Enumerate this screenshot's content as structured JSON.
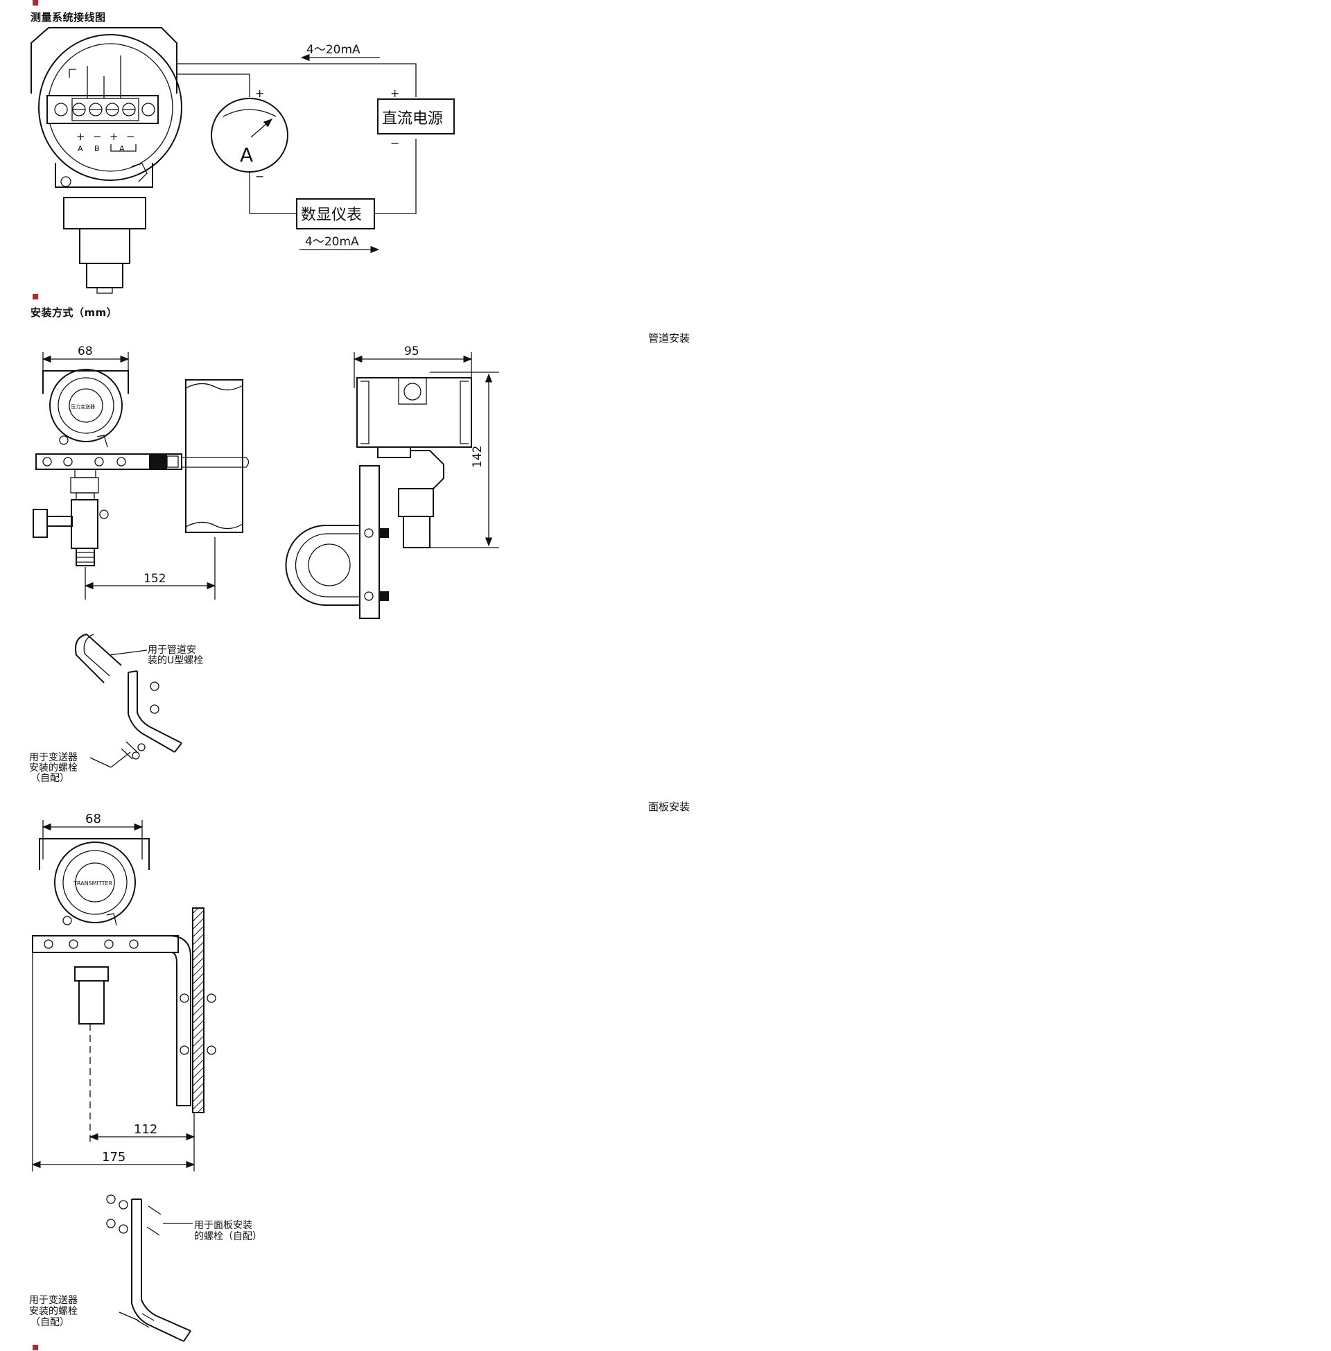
{
  "sections": {
    "wiring_title": "测量系统接线图",
    "install_title": "安装方式（mm）",
    "pipe_label": "管道安装",
    "panel_label": "面板安装"
  },
  "wiring": {
    "current_top": "4～20mA",
    "current_bottom": "4～20mA",
    "power_supply": "直流电源",
    "display": "数显仪表",
    "ammeter": "A",
    "plus": "+",
    "minus": "−",
    "terminal_polarity": [
      "+",
      "−",
      "+",
      "−"
    ],
    "terminal_labels": [
      "A",
      "B",
      "A"
    ]
  },
  "pipe_mount": {
    "dim_width_front": "68",
    "dim_offset": "152",
    "dim_width_side": "95",
    "dim_height_side": "142",
    "note_u_bolt": [
      "用于管道安",
      "装的U型螺栓"
    ],
    "note_bolt": [
      "用于变送器",
      "安装的螺栓",
      "（自配）"
    ],
    "nameplate": "压力变送器"
  },
  "panel_mount": {
    "dim_width": "68",
    "dim_inner": "112",
    "dim_outer": "175",
    "note_panel_bolt": [
      "用于面板安装",
      "的螺栓（自配）"
    ],
    "note_bolt": [
      "用于变送器",
      "安装的螺栓",
      "（自配）"
    ],
    "nameplate": "TRANSMITTER"
  },
  "colors": {
    "marker": "#b8262b",
    "line": "#111111"
  }
}
